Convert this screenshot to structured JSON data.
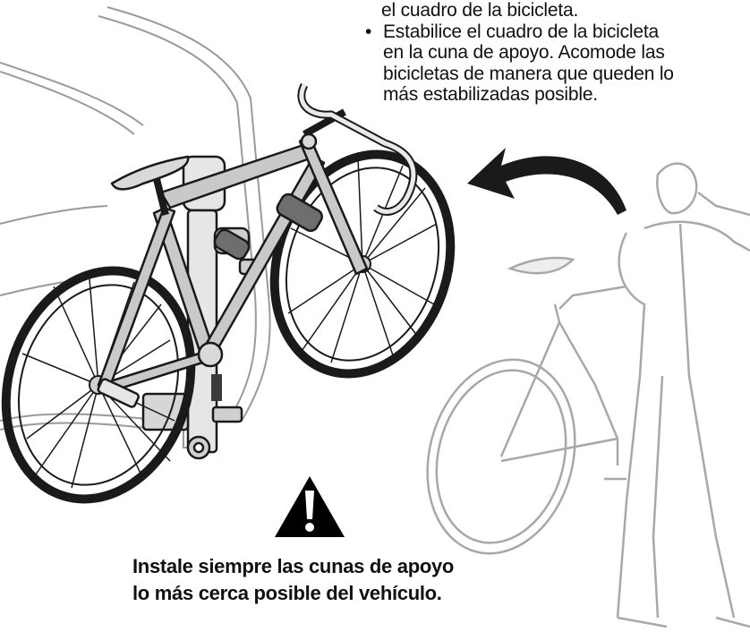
{
  "instructions": {
    "continued_line": "el cuadro de la bicicleta.",
    "bullet_symbol": "•",
    "bullet_1": {
      "line1": "Estabilice el cuadro de la bicicleta",
      "line2": "en la cuna de apoyo. Acomode las",
      "line3": "bicicletas de manera que queden lo",
      "line4": "más estabilizadas posible."
    }
  },
  "warning": {
    "icon": "warning-triangle-icon",
    "line1": "Instale siempre las cunas de apoyo",
    "line2": "lo más cerca posible del vehículo."
  },
  "illustration": {
    "subject": "bicycle-on-hitch-rack",
    "arrow_icon": "curved-arrow-left-icon",
    "colors": {
      "ink": "#1a1a1a",
      "frame_fill": "#c9c9c9",
      "faded": "#a8a8a8"
    }
  }
}
